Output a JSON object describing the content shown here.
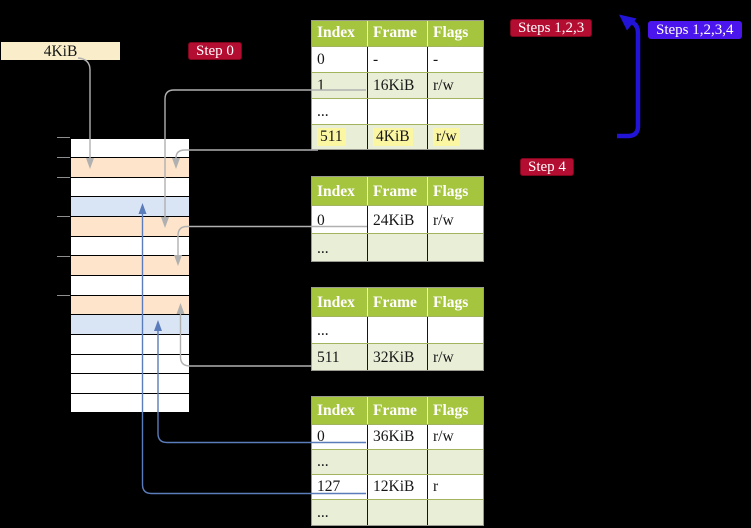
{
  "labels": {
    "page_size": "4KiB"
  },
  "badges": {
    "step0": "Step 0",
    "steps123": "Steps 1,2,3",
    "steps1234": "Steps 1,2,3,4",
    "step4": "Step 4"
  },
  "tables": [
    {
      "name": "page-table-root-4kib",
      "headers": [
        "Index",
        "Frame",
        "Flags"
      ],
      "rows": [
        {
          "cells": [
            "0",
            "-",
            "-"
          ],
          "alt": false,
          "hl": false
        },
        {
          "cells": [
            "1",
            "16KiB",
            "r/w"
          ],
          "alt": true,
          "hl": false
        },
        {
          "cells": [
            "...",
            "",
            ""
          ],
          "alt": false,
          "hl": false
        },
        {
          "cells": [
            "511",
            "4KiB",
            "r/w"
          ],
          "alt": true,
          "hl": true
        }
      ]
    },
    {
      "name": "page-table-16kib",
      "headers": [
        "Index",
        "Frame",
        "Flags"
      ],
      "rows": [
        {
          "cells": [
            "0",
            "24KiB",
            "r/w"
          ],
          "alt": false,
          "hl": false
        },
        {
          "cells": [
            "...",
            "",
            ""
          ],
          "alt": true,
          "hl": false
        }
      ]
    },
    {
      "name": "page-table-24kib",
      "headers": [
        "Index",
        "Frame",
        "Flags"
      ],
      "rows": [
        {
          "cells": [
            "...",
            "",
            ""
          ],
          "alt": false,
          "hl": false
        },
        {
          "cells": [
            "511",
            "32KiB",
            "r/w"
          ],
          "alt": true,
          "hl": false
        }
      ]
    },
    {
      "name": "page-table-32kib",
      "headers": [
        "Index",
        "Frame",
        "Flags"
      ],
      "rows": [
        {
          "cells": [
            "0",
            "36KiB",
            "r/w"
          ],
          "alt": false,
          "hl": false
        },
        {
          "cells": [
            "...",
            "",
            ""
          ],
          "alt": true,
          "hl": false
        },
        {
          "cells": [
            "127",
            "12KiB",
            "r"
          ],
          "alt": false,
          "hl": false
        },
        {
          "cells": [
            "...",
            "",
            ""
          ],
          "alt": true,
          "hl": false
        }
      ]
    }
  ],
  "memory": {
    "rows": [
      "free",
      "table",
      "free",
      "page",
      "table",
      "free",
      "table",
      "free",
      "table",
      "page",
      "free",
      "free",
      "free",
      "free"
    ]
  },
  "colors": {
    "bg": "#000000",
    "label_bg": "#faeeca",
    "badge_red": "#b30d31",
    "badge_blue": "#4b16ee",
    "badge_text": "#ffffff",
    "thead_bg": "#a6c53e",
    "thead_text": "#ffffff",
    "row_bg": "#ffffff",
    "row_alt_bg": "#e9eed7",
    "hl_bg": "#fbf6a2",
    "tborder": "#9a9a91",
    "tline": "#a3b45e",
    "mem_free": "#ffffff",
    "mem_table": "#fde4cb",
    "mem_page": "#d9e5f4",
    "connector_gray": "#b0b0b0",
    "connector_blue": "#5b7cba",
    "arrow_blue": "#2214d6",
    "tick": "#8f8f8f"
  }
}
